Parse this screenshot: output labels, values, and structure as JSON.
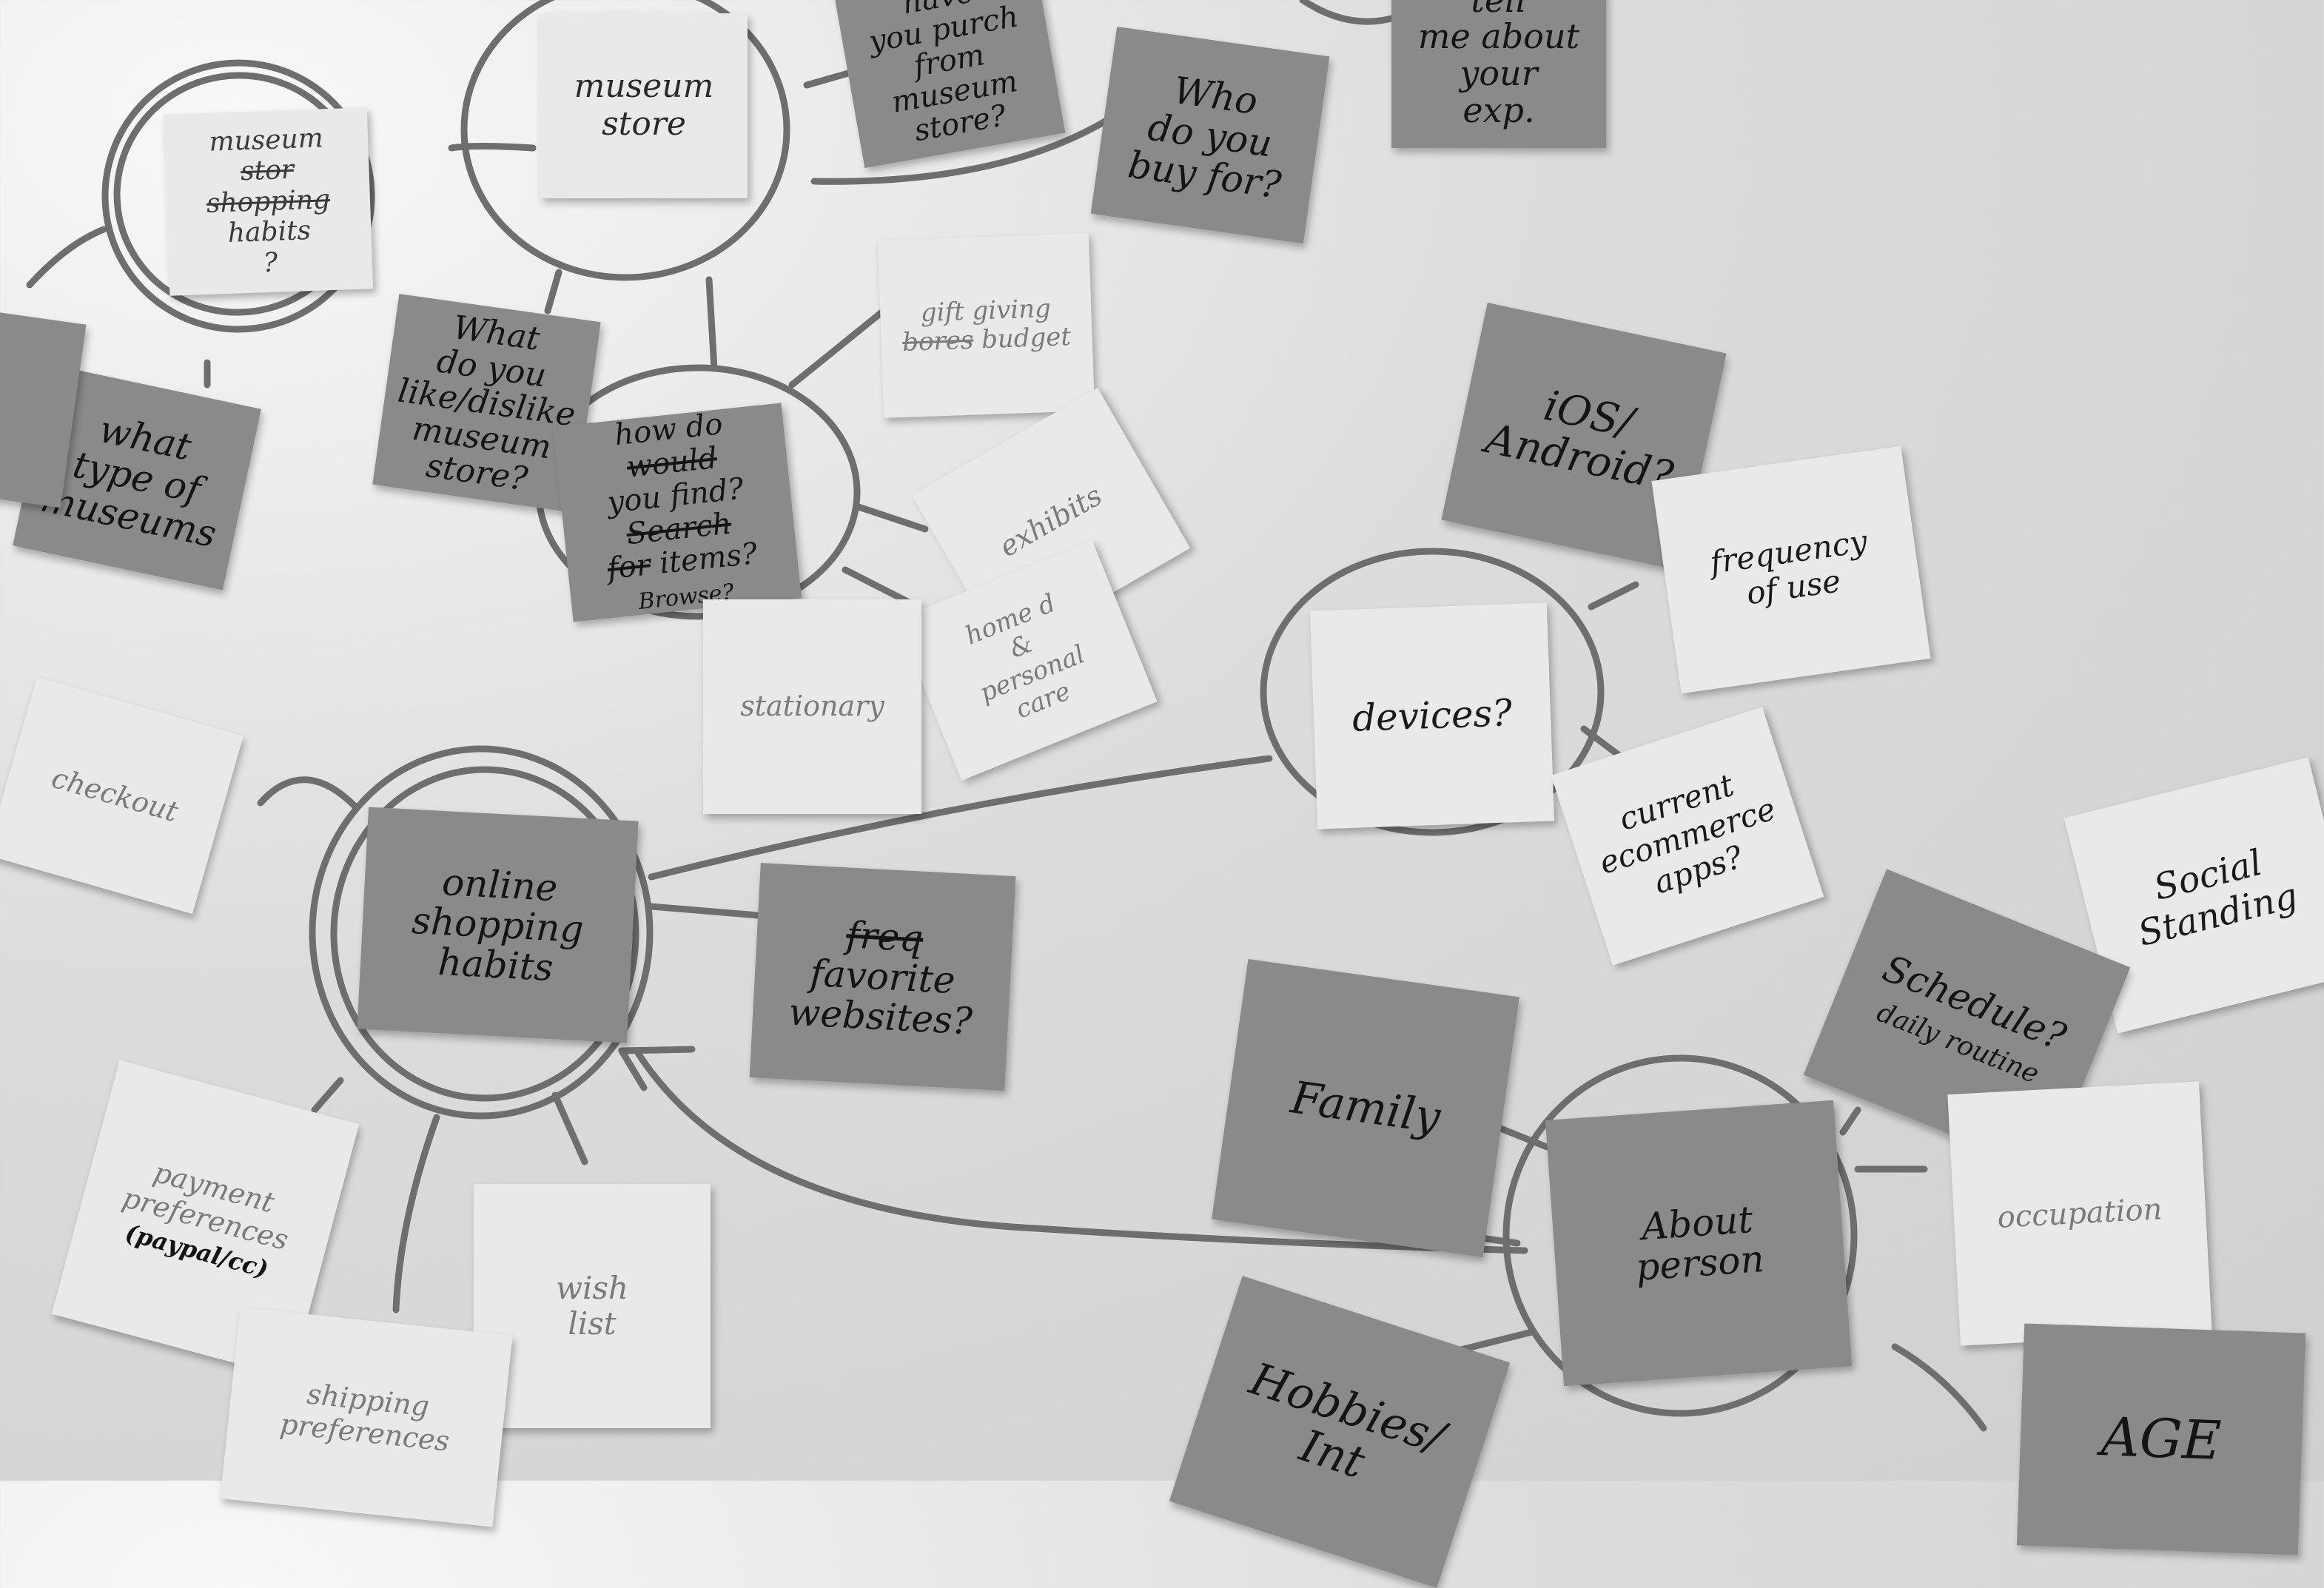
{
  "notes": {
    "museum_habits": {
      "line1": "museum",
      "struck1": "stor",
      "struck2": "shopping",
      "line2": "habits",
      "q": "?"
    },
    "museum_store": "museum\nstore",
    "have_you_purchased": "have\nyou purch\nfrom museum\nstore?",
    "who_do_you_buy_for": "Who\ndo you\nbuy for?",
    "tell_me_about": "tell\nme about\nyour\nexp.",
    "what_type_of_museums": "what\ntype of\nmuseums",
    "like_dislike": "What\ndo you\nlike/dislike\nmuseum\nstore?",
    "gift_giving": {
      "line1": "gift giving",
      "struck": "bores",
      "line2": "budget"
    },
    "how_do_you_find": {
      "line1": "how do",
      "struck1": "would",
      "line2": "you find?",
      "struck2": "Search",
      "line3a": "for",
      "line3b": "items?",
      "line4": "Browse?"
    },
    "exhibits": "exhibits",
    "stationary": "stationary",
    "home_personal_care": "home d\n&\npersonal\ncare",
    "ios_android": "iOS/\nAndroid?",
    "frequency_of_use": "frequency\nof use",
    "devices": "devices?",
    "current_ecommerce_apps": "current\necommerce\napps?",
    "checkout": "checkout",
    "online_shopping_habits": "online\nshopping\nhabits",
    "favorite_websites": {
      "struck": "freq",
      "line": "favorite\nwebsites?"
    },
    "social_standing": "Social\nStanding",
    "schedule": {
      "main": "Schedule?",
      "sub": "daily routine"
    },
    "family": "Family",
    "occupation": "occupation",
    "about_person": "About\nperson",
    "payment_preferences": {
      "main": "payment\npreferences",
      "sub": "(paypal/cc)"
    },
    "wish_list": "wish\nlist",
    "shipping_preferences": "shipping\npreferences",
    "hobbies": "Hobbies/\nInt",
    "age": "AGE"
  },
  "colors": {
    "background": "#d6d6d6",
    "dark_note": "#8a8a8a",
    "light_note": "#e9e9e9",
    "marker": "#6e6e6e",
    "ink": "#141414"
  }
}
